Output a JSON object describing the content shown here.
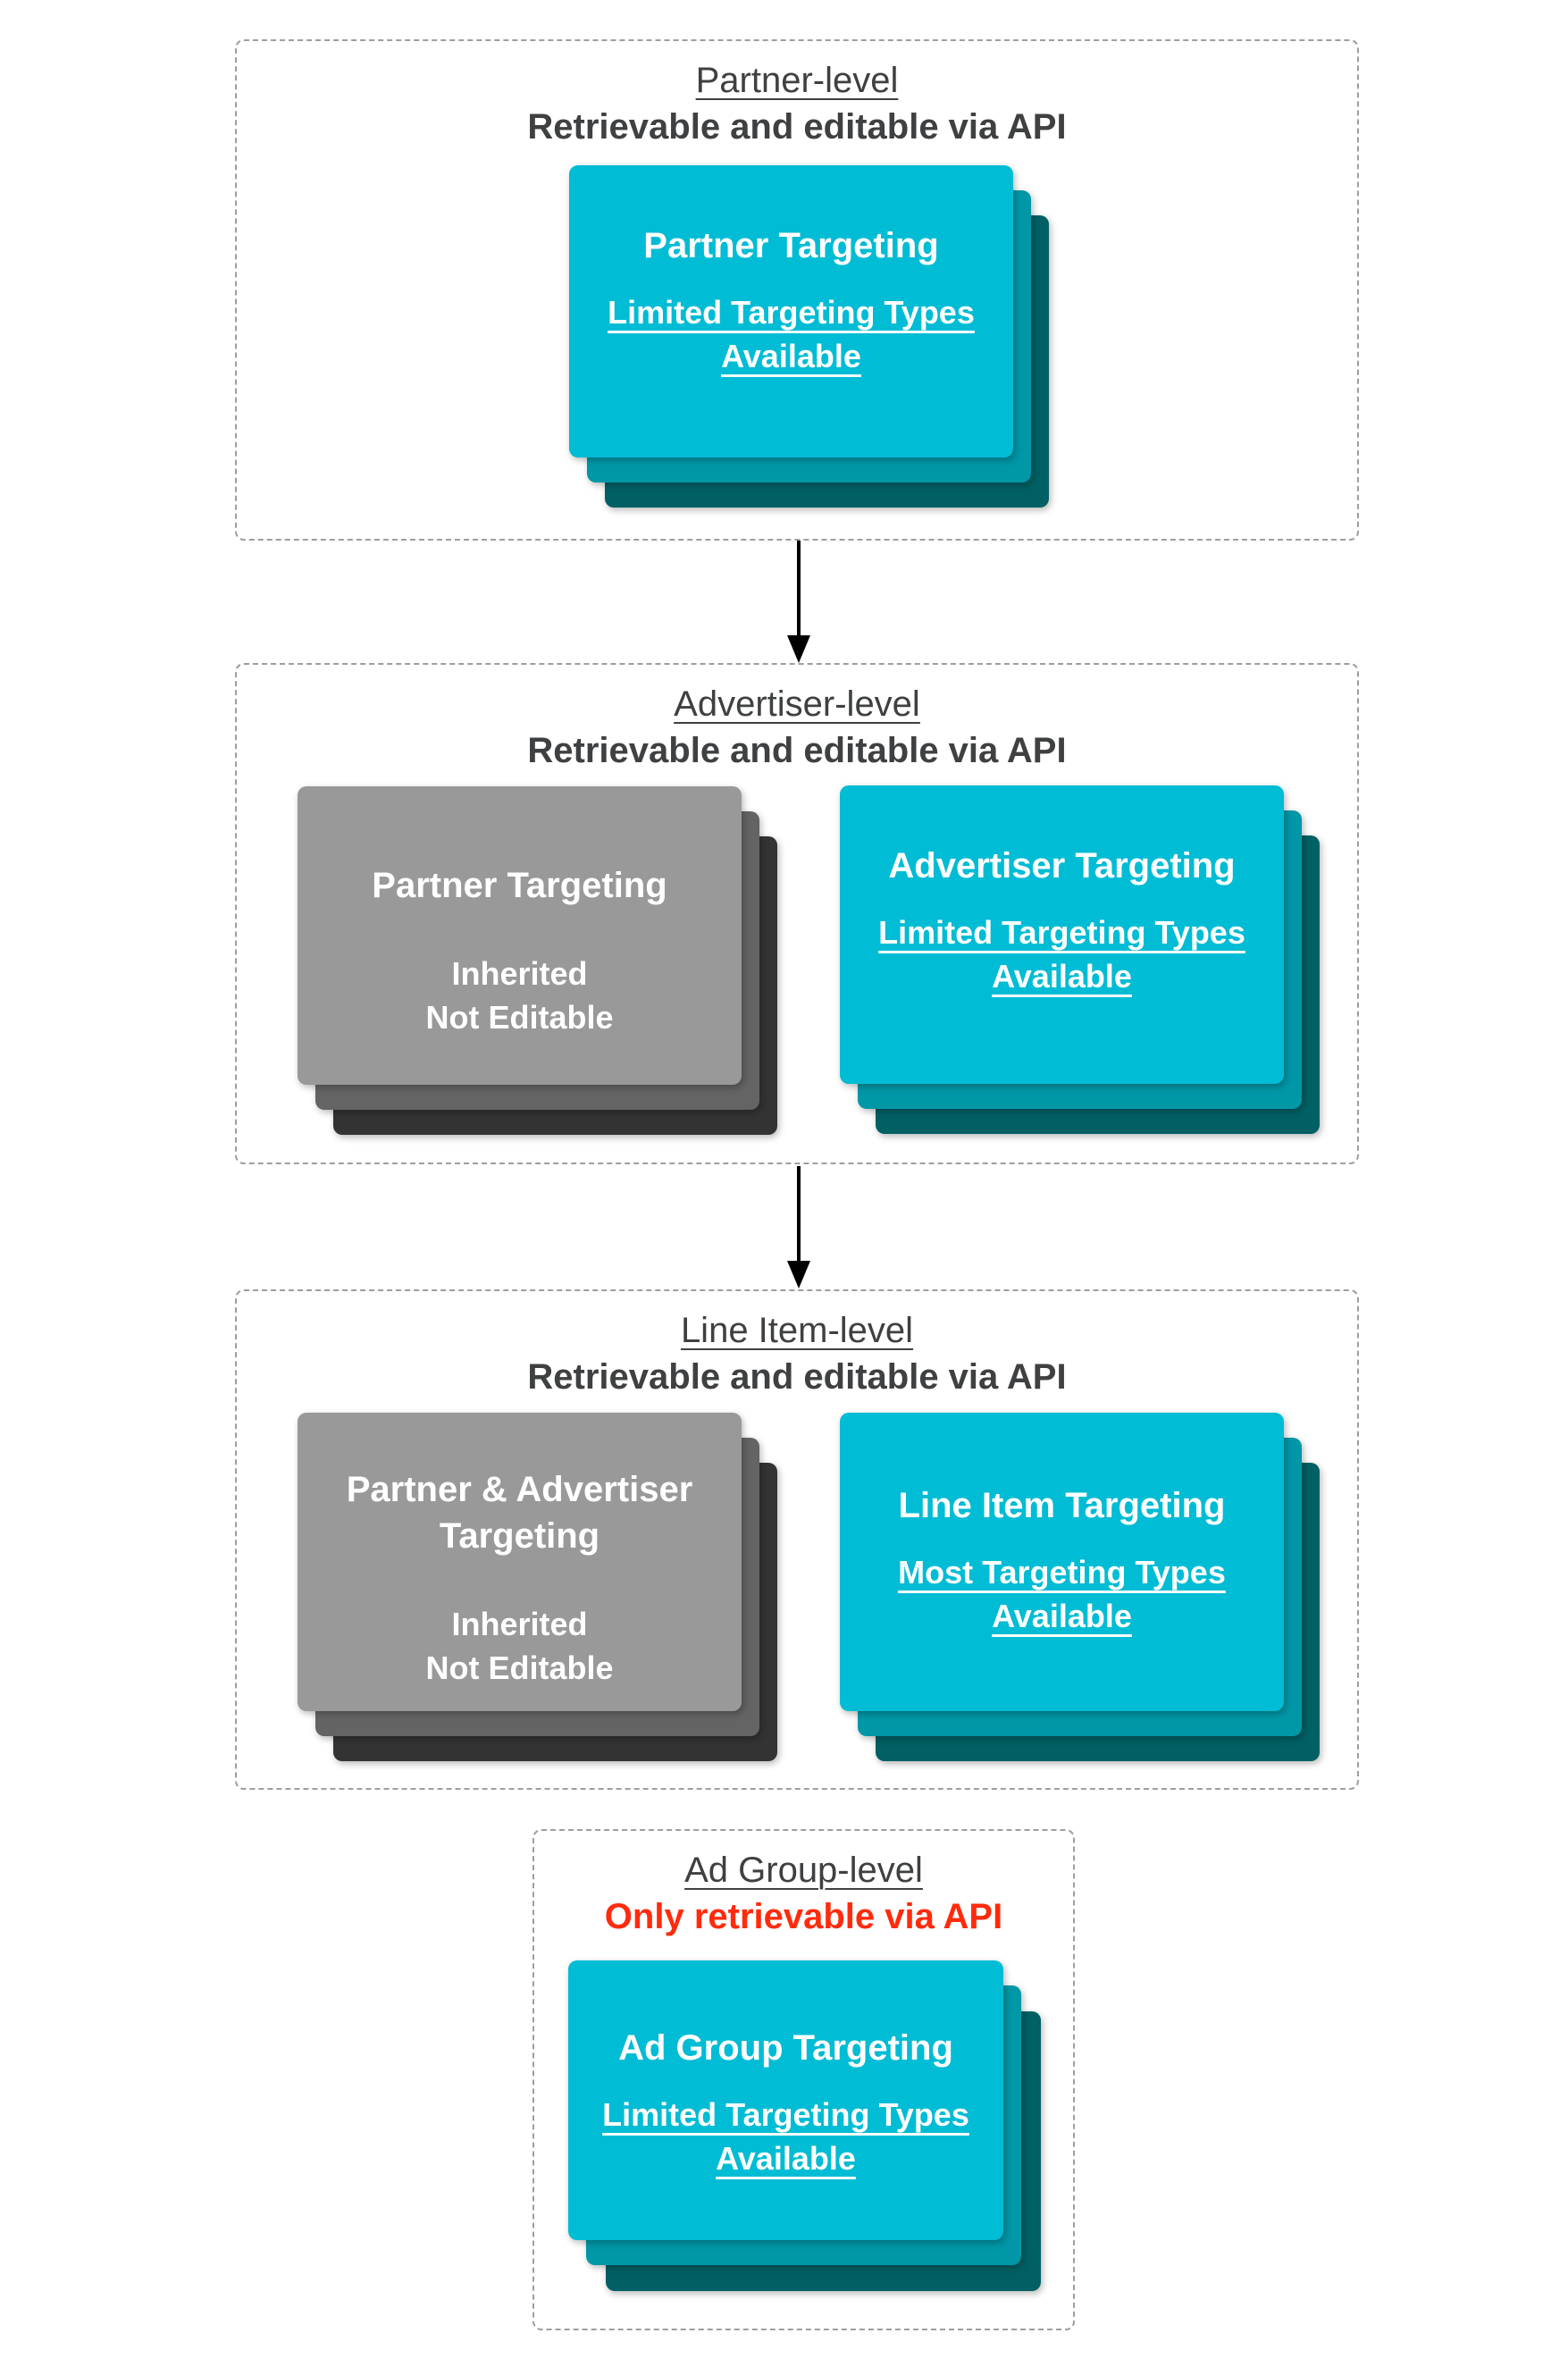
{
  "diagram": {
    "colors": {
      "cyan_card": "#00BCD4",
      "cyan_shadow_mid": "#0097A7",
      "cyan_shadow_dark": "#006064",
      "gray_card": "#999999",
      "gray_shadow_mid": "#646464",
      "gray_shadow_dark": "#333333",
      "heading_text": "#3E4042",
      "red_accent": "#FF2B0D",
      "dashed_border": "#9E9E9E",
      "arrow": "#000000",
      "card_text": "#FFFFFF"
    },
    "sections": [
      {
        "title": "Partner-level",
        "subtitle": "Retrievable and editable via API",
        "cards": [
          {
            "variant": "cyan",
            "title": "Partner Targeting",
            "lines": [
              "Limited Targeting Types",
              "Available"
            ]
          }
        ]
      },
      {
        "title": "Advertiser-level",
        "subtitle": "Retrievable and editable via API",
        "cards": [
          {
            "variant": "gray",
            "title": "Partner Targeting",
            "lines": [
              "Inherited",
              "Not Editable"
            ]
          },
          {
            "variant": "cyan",
            "title": "Advertiser Targeting",
            "lines": [
              "Limited Targeting Types",
              "Available"
            ]
          }
        ]
      },
      {
        "title": "Line Item-level",
        "subtitle": "Retrievable and editable via API",
        "cards": [
          {
            "variant": "gray",
            "title": "Partner & Advertiser Targeting",
            "lines": [
              "Inherited",
              "Not Editable"
            ]
          },
          {
            "variant": "cyan",
            "title": "Line Item Targeting",
            "lines": [
              "Most Targeting Types",
              "Available"
            ]
          }
        ]
      },
      {
        "title": "Ad Group-level",
        "subtitle": "Only retrievable via API",
        "cards": [
          {
            "variant": "cyan",
            "title": "Ad Group Targeting",
            "lines": [
              "Limited Targeting Types",
              "Available"
            ]
          }
        ]
      }
    ]
  }
}
